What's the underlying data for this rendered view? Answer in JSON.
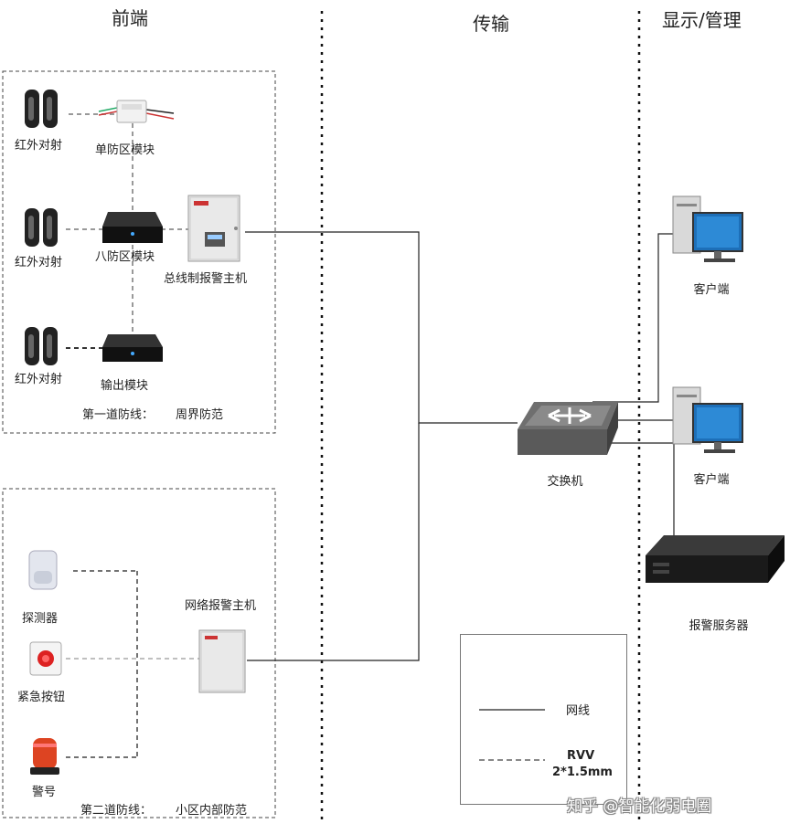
{
  "columns": {
    "front": "前端",
    "transmission": "传输",
    "display": "显示/管理"
  },
  "zone1": {
    "ir1": "红外对射",
    "ir2": "红外对射",
    "ir3": "红外对射",
    "single_module": "单防区模块",
    "eight_module": "八防区模块",
    "output_module": "输出模块",
    "bus_host": "总线制报警主机",
    "caption": "第一道防线：",
    "caption_value": "周界防范"
  },
  "zone2": {
    "detector": "探测器",
    "emergency_button": "紧急按钮",
    "siren": "警号",
    "network_host": "网络报警主机",
    "caption": "第二道防线：",
    "caption_value": "小区内部防范"
  },
  "transmission": {
    "switch": "交换机"
  },
  "display": {
    "client1": "客户端",
    "client2": "客户端",
    "alarm_server": "报警服务器"
  },
  "legend": {
    "network_line": "网线",
    "rvv": "RVV",
    "rvv_spec": "2*1.5mm"
  },
  "watermark": "知乎 @智能化弱电圈"
}
